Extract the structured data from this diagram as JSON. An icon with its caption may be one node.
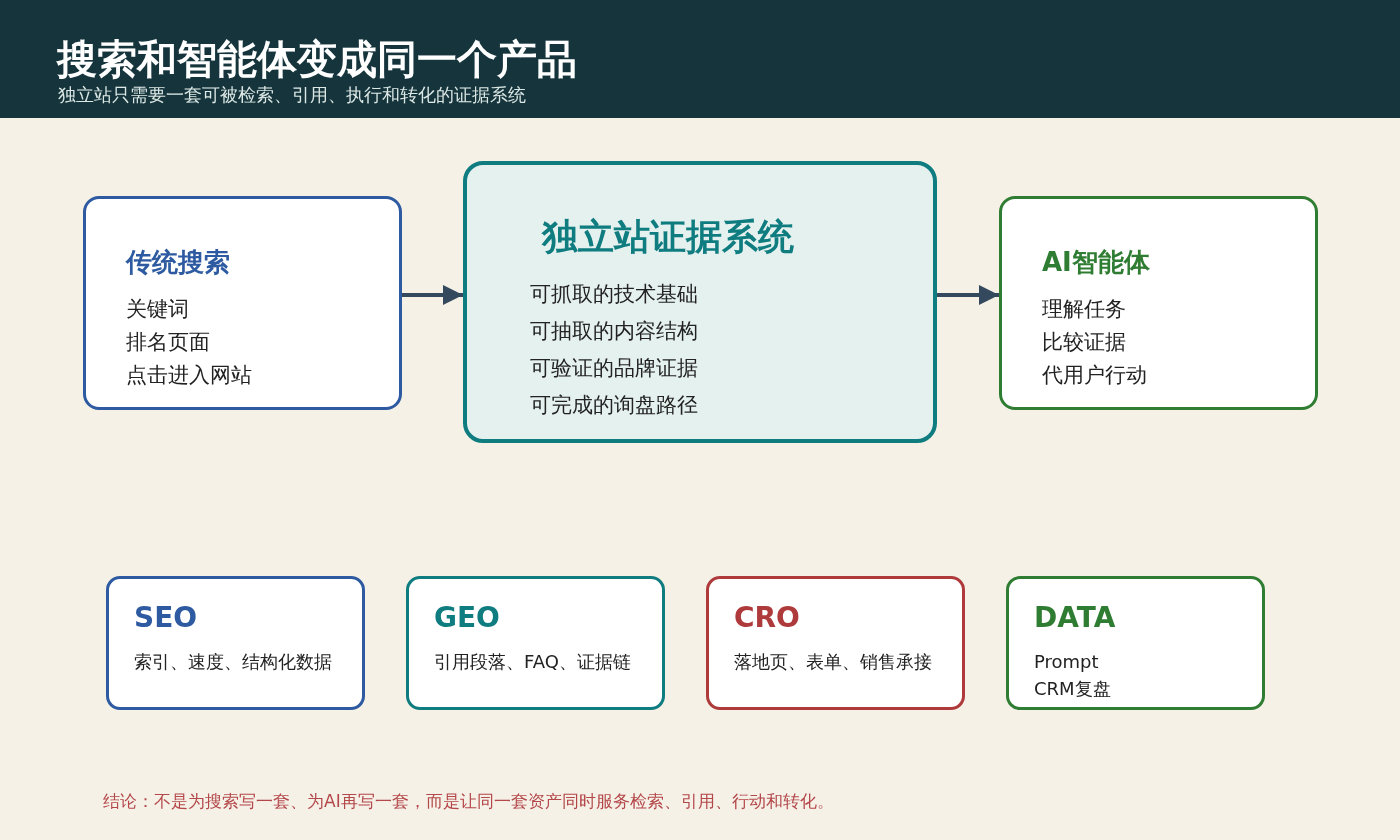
{
  "diagram": {
    "title": "搜索和智能体变成同一个产品",
    "caption": "结论：不是为搜索写一套、为AI再写一套，而是让同一套资产同时服务检索、引用、行动和转化。",
    "nodes": [
      {
        "text": [
          "传统搜索",
          "关键词",
          "排名页面",
          "点击进入网站"
        ]
      },
      {
        "text": [
          "独立站证据系统",
          "可抓取的技术基础",
          "可抽取的内容结构",
          "可验证的品牌证据",
          "可完成的询盘路径"
        ]
      },
      {
        "text": [
          "AI智能体",
          "理解任务",
          "比较证据",
          "代用户行动"
        ]
      },
      {
        "text": [
          "SEO",
          "索引、速度、结构化数据"
        ]
      },
      {
        "text": [
          "GEO",
          "引用段落、FAQ、证据链"
        ]
      },
      {
        "text": [
          "CRO",
          "落地页、表单、销售承接"
        ]
      },
      {
        "text": [
          "DATA",
          "Prompt",
          "CRM复盘"
        ]
      }
    ],
    "edges": [
      {
        "from": 0,
        "to": 1,
        "arrow": "to"
      },
      {
        "from": 1,
        "to": 2,
        "arrow": "to"
      }
    ],
    "labels": [
      "独立站只需要一套可被检索、引用、执行和转化的证据系统"
    ]
  }
}
